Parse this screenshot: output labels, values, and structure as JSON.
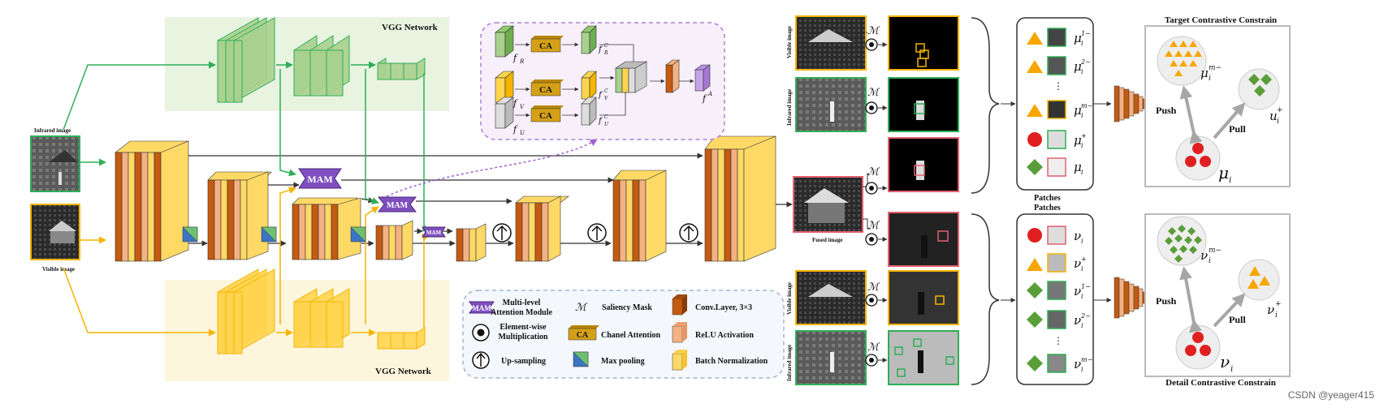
{
  "labels": {
    "vgg_top": "VGG Network",
    "vgg_bottom": "VGG Network",
    "infrared_image": "Infrared image",
    "visible_image": "Visible image",
    "fused_image": "Fused image",
    "mam": "MAM",
    "ca": "CA",
    "f_r": "f",
    "f_r_sub": "R",
    "f_v": "f",
    "f_v_sub": "V",
    "f_u": "f",
    "f_u_sub": "U",
    "f_r_c": "R",
    "f_v_c": "V",
    "f_u_c": "U",
    "c_sup": "C",
    "f_a": "f",
    "f_a_sup": "A",
    "side_visible": "Visible image",
    "side_infrared": "Infrared image",
    "m_symbol": "ℳ",
    "patches_1": "Patches",
    "patches_2": "Patches",
    "mu_1": "μ",
    "mu_1_sup": "1−",
    "mu_2": "μ",
    "mu_2_sup": "2−",
    "mu_m": "μ",
    "mu_m_sup": "m−",
    "mu_p": "μ",
    "mu_p_sup": "+",
    "mu_i": "μ",
    "nu_i": "ν",
    "nu_p": "ν",
    "nu_p_sup": "+",
    "nu_1": "ν",
    "nu_1_sup": "1−",
    "nu_2": "ν",
    "nu_2_sup": "2−",
    "nu_m": "ν",
    "nu_m_sup": "m−",
    "sub_i": "i",
    "dots": "⋮",
    "target_title": "Target Contrastive Constrain",
    "detail_title": "Detail Contrastive Constrain",
    "push": "Push",
    "pull": "Pull",
    "cluster_mu_m": "μ",
    "cluster_mu_m_sup": "m−",
    "cluster_u_p": "u",
    "cluster_u_p_sup": "+",
    "cluster_mu_i": "μ",
    "cluster_nu_m": "ν",
    "cluster_nu_m_sup": "m−",
    "cluster_nu_p": "ν",
    "cluster_nu_p_sup": "+",
    "cluster_nu_i": "ν",
    "watermark": "CSDN @yeager415"
  },
  "legend": {
    "mam_label_1": "Multi-level",
    "mam_label_2": "Attention Module",
    "saliency": "Saliency Mask",
    "conv": "Conv.Layer, 3×3",
    "elementwise_1": "Element-wise",
    "elementwise_2": "Multiplication",
    "chanel": "Chanel Attention",
    "relu": "ReLU Activation",
    "upsampling": "Up-sampling",
    "maxpool": "Max pooling",
    "batchnorm": "Batch Normalization"
  },
  "colors": {
    "green": "#2fae58",
    "green_fill": "#a9d08e",
    "yellow": "#f4b400",
    "yellow_fill": "#ffd54f",
    "conv": "#c55a11",
    "relu": "#f4b183",
    "bn": "#ffd966",
    "mam": "#7f4fbf",
    "ca": "#b8860b",
    "purple_dash": "#b07fd6",
    "legend_dash": "#8ea9c8",
    "red": "#e02020",
    "orange_tri": "#f7a600",
    "diamond": "#5a9e3a",
    "gray_arrow": "#a6a6a6"
  }
}
